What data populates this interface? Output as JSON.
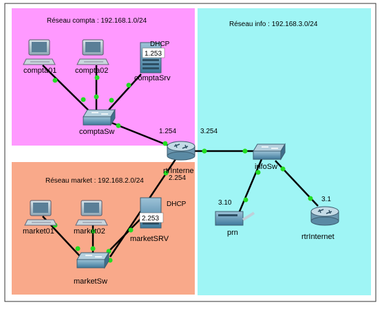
{
  "zones": {
    "compta": {
      "title": "Réseau compta : 192.168.1.0/24",
      "color": "#ff99ff"
    },
    "market": {
      "title": "Réseau market : 192.168.2.0/24",
      "color": "#f9a98a"
    },
    "info": {
      "title": "Réseau info : 192.168.3.0/24",
      "color": "#9ff5f5"
    }
  },
  "devices": {
    "compta01": {
      "label": "compta01",
      "icon": "pc-icon"
    },
    "compta02": {
      "label": "compta02",
      "icon": "pc-icon"
    },
    "comptaSrv": {
      "label": "comptaSrv",
      "icon": "server-icon",
      "tag": "DHCP",
      "ip": "1.253"
    },
    "comptaSw": {
      "label": "comptaSw",
      "icon": "switch-icon"
    },
    "rtrInterne": {
      "label": "rtrInterne",
      "icon": "router-icon"
    },
    "infoSw": {
      "label": "infoSw",
      "icon": "switch-icon"
    },
    "market01": {
      "label": "market01",
      "icon": "pc-icon"
    },
    "market02": {
      "label": "market02",
      "icon": "pc-icon"
    },
    "marketSRV": {
      "label": "marketSRV",
      "icon": "server-icon",
      "tag": "DHCP",
      "ip": "2.253"
    },
    "marketSw": {
      "label": "marketSw",
      "icon": "switch-icon"
    },
    "prn": {
      "label": "prn",
      "icon": "printer-icon",
      "ip": "3.10"
    },
    "rtrInternet": {
      "label": "rtrInternet",
      "icon": "router-icon",
      "ip": "3.1"
    }
  },
  "interfaces": {
    "rtr_compta": "1.254",
    "rtr_info": "3.254",
    "rtr_market": "2.254"
  },
  "colors": {
    "link": "#000000",
    "link_up": "#22dd22",
    "device_blue": "#4a86a8"
  }
}
